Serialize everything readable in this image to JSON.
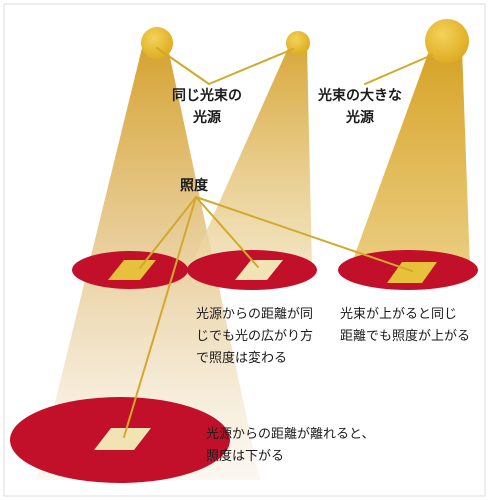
{
  "labels": {
    "same_flux_line1": "同じ光束の",
    "same_flux_line2": "光源",
    "large_flux_line1": "光束の大きな",
    "large_flux_line2": "光源",
    "illuminance": "照度",
    "note_middle_line1": "光源からの距離が同",
    "note_middle_line2": "じでも光の広がり方",
    "note_middle_line3": "で照度は変わる",
    "note_right_line1": "光束が上がると同じ",
    "note_right_line2": "距離でも照度が上がる",
    "note_bottom_line1": "光源からの距離が離れると、",
    "note_bottom_line2": "照度は下がる"
  },
  "colors": {
    "light_source": "#e8b628",
    "light_beam": "#d9a83a",
    "illuminated_area": "#c3102a",
    "measure_patch": "#e7c03c",
    "pointer_line": "#d2a92b",
    "frame": "#dddddd"
  },
  "icons": {
    "light_source": "circle",
    "measure_patch": "diamond"
  }
}
